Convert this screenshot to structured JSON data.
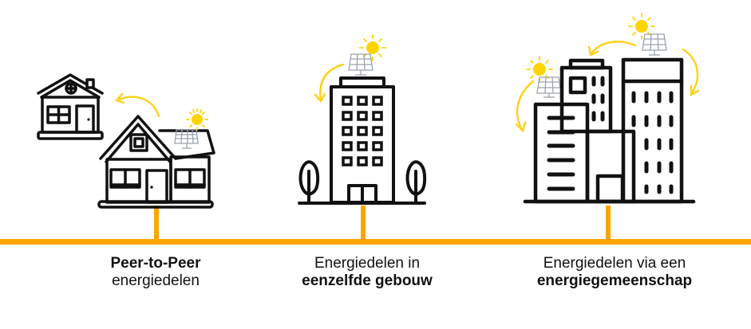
{
  "colors": {
    "accent_orange": "#FFA500",
    "sun_yellow": "#FFD400",
    "arrow_yellow": "#FFD21F",
    "panel_grey": "#9AA3AD",
    "outline": "#111111",
    "background": "#FFFFFF"
  },
  "items": [
    {
      "id": "peer-to-peer",
      "line1": "Peer-to-Peer",
      "line1_bold": true,
      "line2": "energiedelen",
      "line2_bold": false,
      "icon": "two-houses-with-solar-icon"
    },
    {
      "id": "same-building",
      "line1": "Energiedelen in",
      "line1_bold": false,
      "line2": "eenzelfde gebouw",
      "line2_bold": true,
      "icon": "apartment-building-with-solar-icon"
    },
    {
      "id": "community",
      "line1": "Energiedelen via een",
      "line1_bold": false,
      "line2": "energiegemeenschap",
      "line2_bold": true,
      "icon": "city-buildings-with-solar-icon"
    }
  ]
}
